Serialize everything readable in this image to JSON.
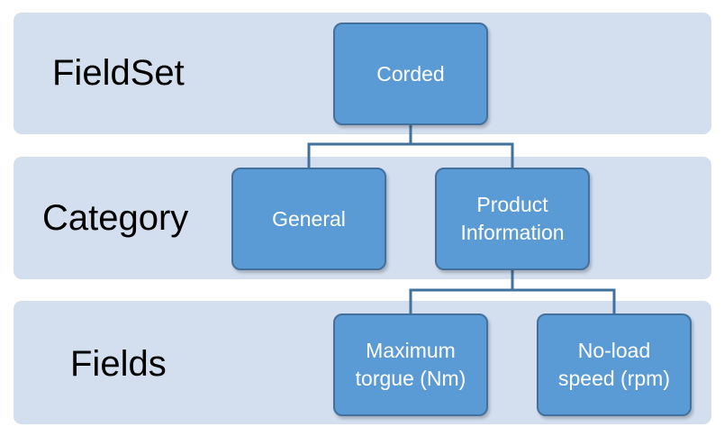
{
  "levels": {
    "fieldset": "FieldSet",
    "category": "Category",
    "fields": "Fields"
  },
  "nodes": {
    "corded": "Corded",
    "general": "General",
    "product_information": "Product\nInformation",
    "maximum_torque": "Maximum\ntorgue (Nm)",
    "no_load_speed": "No-load\nspeed (rpm)"
  },
  "colors": {
    "band": "#d3deee",
    "node_fill": "#5b9bd5",
    "node_border": "#41719c",
    "connector": "#41719c"
  }
}
